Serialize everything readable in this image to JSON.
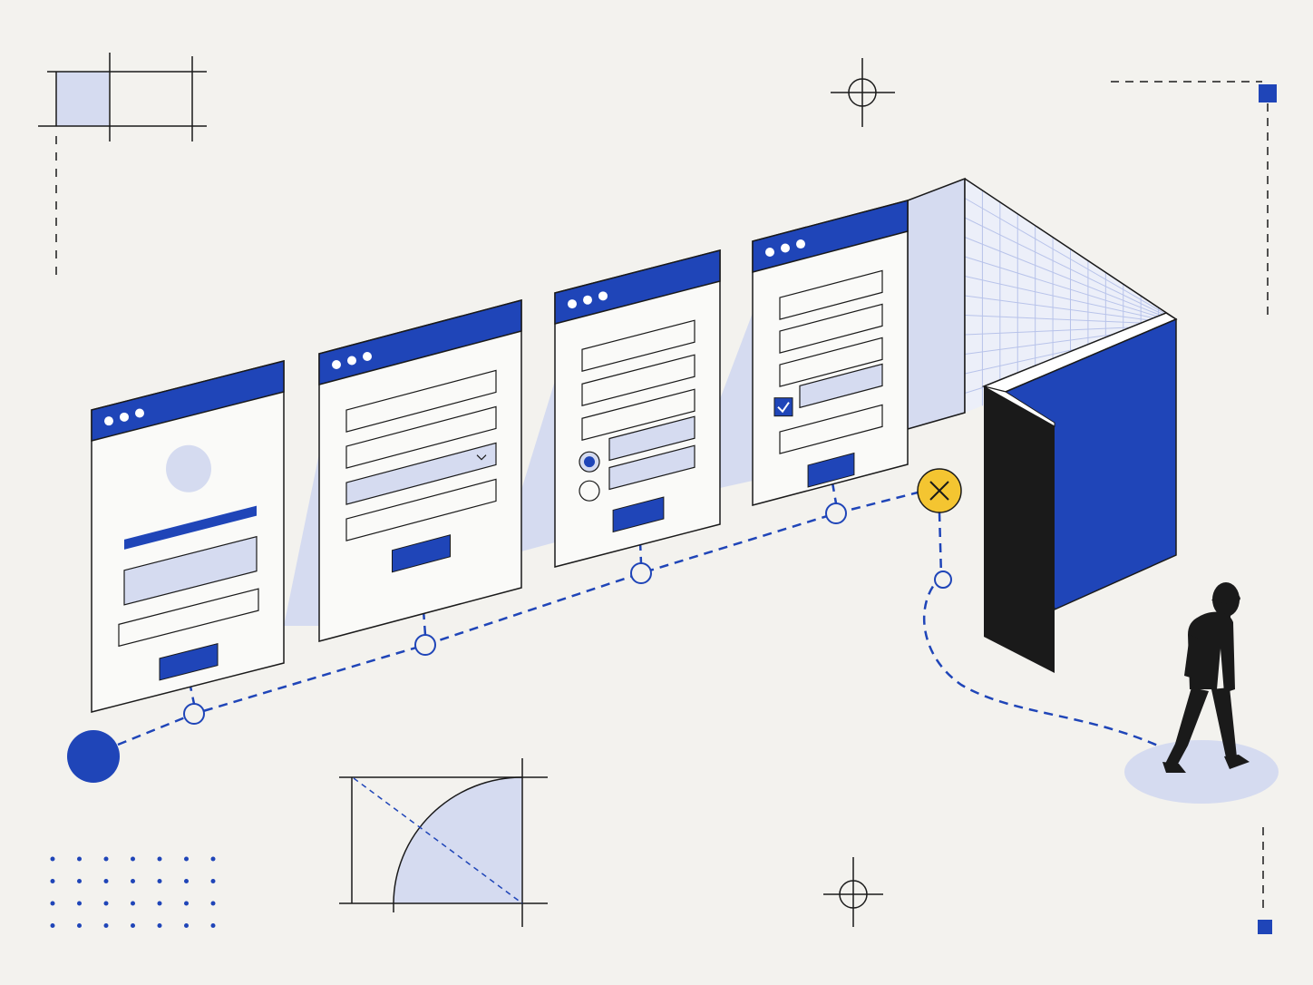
{
  "colors": {
    "background": "#f3f2ee",
    "primary_blue": "#1f45b8",
    "light_blue": "#d5dbf0",
    "ink": "#1a1a1a",
    "warning_yellow": "#f4c531",
    "panel_white": "#fafaf8"
  },
  "illustration": {
    "windows": [
      {
        "id": "profile",
        "controls": [
          "avatar-circle",
          "bar",
          "input-filled",
          "input",
          "button"
        ]
      },
      {
        "id": "details",
        "controls": [
          "input",
          "input",
          "select-dropdown",
          "input",
          "button"
        ]
      },
      {
        "id": "choice",
        "controls": [
          "input",
          "input",
          "input",
          "radio-selected",
          "radio",
          "button"
        ]
      },
      {
        "id": "confirm",
        "controls": [
          "input",
          "input",
          "input",
          "checkbox-checked",
          "input",
          "button"
        ]
      }
    ],
    "flow_nodes": [
      "start-node",
      "step-node",
      "step-node",
      "step-node",
      "step-node",
      "fail-node",
      "exit-node"
    ],
    "exit_marker_icon": "close-x-icon",
    "figure": "person-walking-away-icon"
  }
}
